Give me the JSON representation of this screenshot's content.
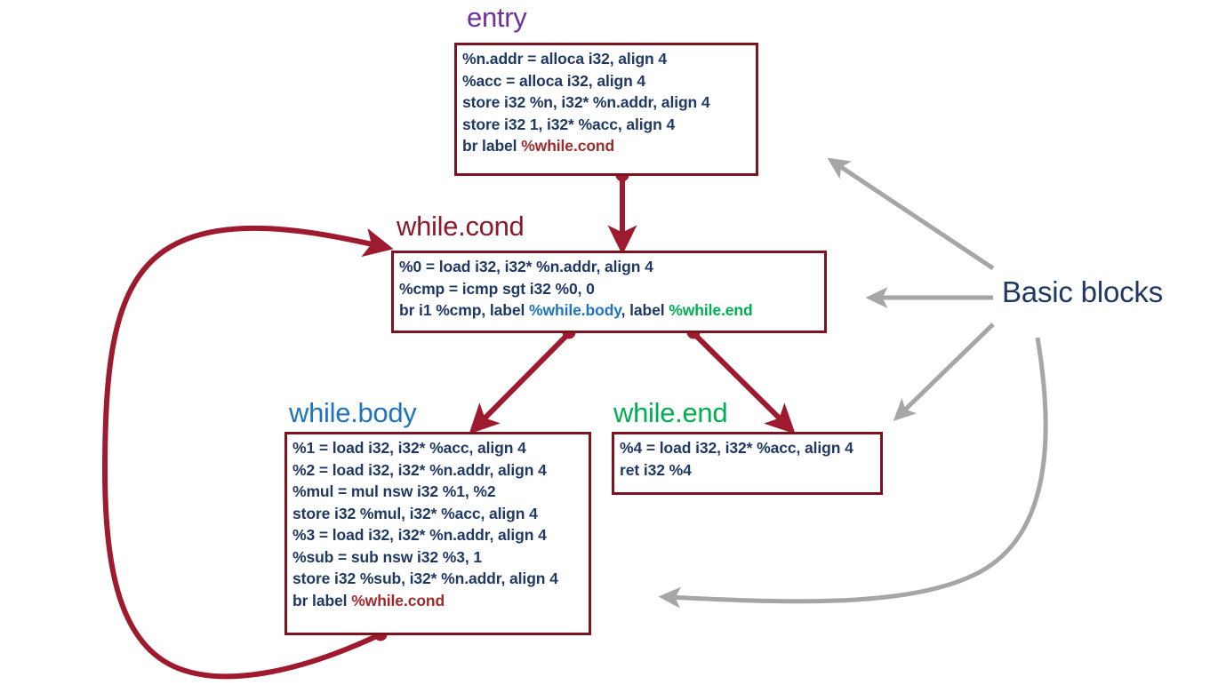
{
  "diagram": {
    "title_annotation": "Basic blocks",
    "colors": {
      "block_border": "#7B1420",
      "block_text": "#1F3864",
      "edge": "#9E1B2F",
      "annotation_arrow": "#A6A6A6",
      "entry_label": "#7030A0",
      "cond_label": "#8B1A2B",
      "body_label": "#1F74BD",
      "end_label": "#00B050",
      "annotation_text": "#1F3864",
      "background": "#FFFFFF"
    },
    "blocks": [
      {
        "id": "entry",
        "label": "entry",
        "lines": [
          [
            {
              "t": "%n.addr = alloca i32, align 4"
            }
          ],
          [
            {
              "t": "%acc = alloca i32, align 4"
            }
          ],
          [
            {
              "t": "store i32 %n, i32* %n.addr, align 4"
            }
          ],
          [
            {
              "t": "store i32 1, i32* %acc, align 4"
            }
          ],
          [
            {
              "t": "br label "
            },
            {
              "t": "%while.cond",
              "ref": "cond"
            }
          ]
        ]
      },
      {
        "id": "while.cond",
        "label": "while.cond",
        "lines": [
          [
            {
              "t": "%0 = load i32, i32* %n.addr, align 4"
            }
          ],
          [
            {
              "t": "%cmp = icmp sgt i32 %0, 0"
            }
          ],
          [
            {
              "t": "br i1 %cmp, label "
            },
            {
              "t": "%while.body",
              "ref": "body"
            },
            {
              "t": ", label "
            },
            {
              "t": "%while.end",
              "ref": "end"
            }
          ]
        ]
      },
      {
        "id": "while.body",
        "label": "while.body",
        "lines": [
          [
            {
              "t": "%1 = load i32, i32* %acc, align 4"
            }
          ],
          [
            {
              "t": "%2 = load i32, i32* %n.addr, align 4"
            }
          ],
          [
            {
              "t": "%mul = mul nsw i32 %1, %2"
            }
          ],
          [
            {
              "t": "store i32 %mul, i32* %acc, align 4"
            }
          ],
          [
            {
              "t": "%3 = load i32, i32* %n.addr, align 4"
            }
          ],
          [
            {
              "t": "%sub = sub nsw i32 %3, 1"
            }
          ],
          [
            {
              "t": "store i32 %sub, i32* %n.addr, align 4"
            }
          ],
          [
            {
              "t": "br label "
            },
            {
              "t": "%while.cond",
              "ref": "cond"
            }
          ]
        ]
      },
      {
        "id": "while.end",
        "label": "while.end",
        "lines": [
          [
            {
              "t": "%4 = load i32, i32* %acc, align 4"
            }
          ],
          [
            {
              "t": "ret i32 %4"
            }
          ]
        ]
      }
    ],
    "edges": [
      {
        "from": "entry",
        "to": "while.cond",
        "kind": "straight"
      },
      {
        "from": "while.cond",
        "to": "while.body",
        "kind": "straight"
      },
      {
        "from": "while.cond",
        "to": "while.end",
        "kind": "straight"
      },
      {
        "from": "while.body",
        "to": "while.cond",
        "kind": "back-edge-curve"
      }
    ],
    "annotation_arrows": [
      {
        "target": "entry",
        "kind": "straight"
      },
      {
        "target": "while.cond",
        "kind": "straight"
      },
      {
        "target": "while.end",
        "kind": "straight"
      },
      {
        "target": "while.body",
        "kind": "curved"
      }
    ]
  }
}
